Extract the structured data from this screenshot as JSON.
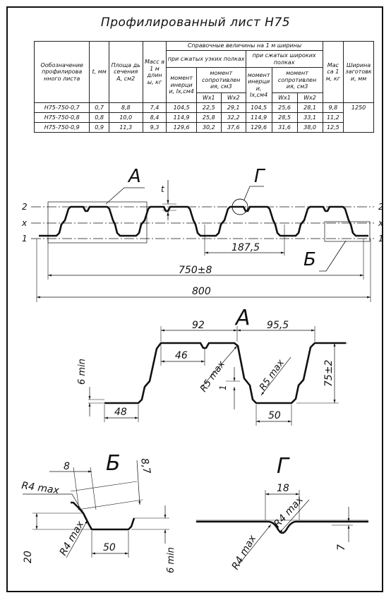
{
  "title": "Профилированный лист Н75",
  "table": {
    "col_designation": "Ообозначение профилирова нного листа",
    "col_t": "t, мм",
    "col_area": "Площа дь сечения А, см2",
    "col_mass": "Масс а 1 м длин ы, кг",
    "group_ref": "Справочные величины на 1 м ширины",
    "group_narrow": "при сжатых узких полках",
    "group_wide": "при сжатых широких полках",
    "col_inertia": "момент инерци и, Ix,см4",
    "col_modulus": "момент сопротивлен ия, см3",
    "col_wx1": "Wx1",
    "col_wx2": "Wx2",
    "col_mass_m2": "Мас са 1 м, кг",
    "col_blank_width": "Ширина заготовк и, мм",
    "rows": [
      {
        "name": "Н75-750-0,7",
        "t": "0,7",
        "a": "8,8",
        "m": "7,4",
        "ix1": "104,5",
        "w11": "22,5",
        "w12": "29,1",
        "ix2": "104,5",
        "w21": "25,6",
        "w22": "28,1",
        "m2": "9,8",
        "bw": "1250"
      },
      {
        "name": "Н75-750-0,8",
        "t": "0,8",
        "a": "10,0",
        "m": "8,4",
        "ix1": "114,9",
        "w11": "25,8",
        "w12": "32,2",
        "ix2": "114,9",
        "w21": "28,5",
        "w22": "33,1",
        "m2": "11,2",
        "bw": ""
      },
      {
        "name": "Н75-750-0,9",
        "t": "0,9",
        "a": "11,3",
        "m": "9,3",
        "ix1": "129,6",
        "w11": "30,2",
        "w12": "37,6",
        "ix2": "129,6",
        "w21": "31,6",
        "w22": "38,0",
        "m2": "12,5",
        "bw": ""
      }
    ]
  },
  "main_view": {
    "callout_a": "А",
    "callout_g": "Г",
    "callout_b": "Б",
    "t_label": "t",
    "axis_2": "2",
    "axis_x": "x",
    "axis_1": "1",
    "dim_pitch": "187,5",
    "dim_working": "750±8",
    "dim_total": "800"
  },
  "detail_a": {
    "label": "А",
    "dim_92": "92",
    "dim_95": "95,5",
    "dim_46": "46",
    "r5_left": "R5 max",
    "r5_right": "R5 max",
    "dim_1": "1",
    "dim_height": "75±2",
    "dim_6": "6 min",
    "dim_48": "48",
    "dim_50": "50"
  },
  "detail_b": {
    "label": "Б",
    "dim_8": "8",
    "dim_87": "8,7",
    "r4_top": "R4 max",
    "r4_bot": "R4 max",
    "dim_20": "20",
    "dim_50": "50",
    "dim_6": "6 min"
  },
  "detail_g": {
    "label": "Г",
    "dim_18": "18",
    "r4_top": "R4 max",
    "r4_bot": "R4 max",
    "dim_7": "7"
  }
}
